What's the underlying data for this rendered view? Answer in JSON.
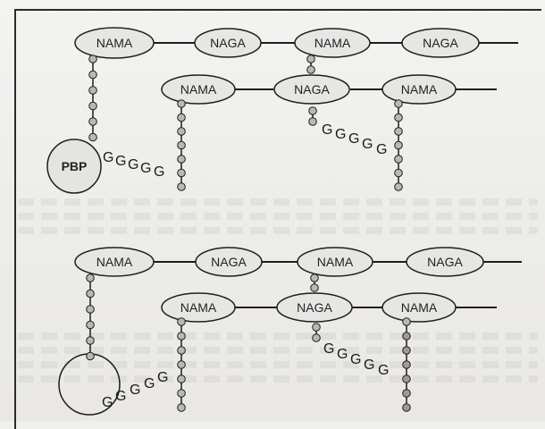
{
  "top_panel": {
    "row1": [
      "NAMA",
      "NAGA",
      "NAMA",
      "NAGA"
    ],
    "row2": [
      "NAMA",
      "NAGA",
      "NAMA"
    ],
    "pbp_label": "PBP",
    "bridge_main": [
      "G",
      "G",
      "G",
      "G",
      "G"
    ],
    "bridge_mid": [
      "G",
      "G",
      "G",
      "G",
      "G"
    ]
  },
  "bottom_panel": {
    "row1": [
      "NAMA",
      "NAGA",
      "NAMA",
      "NAGA"
    ],
    "row2": [
      "NAMA",
      "NAGA",
      "NAMA"
    ],
    "bridge_main": [
      "G",
      "G",
      "G",
      "G",
      "G"
    ],
    "bridge_mid": [
      "G",
      "G",
      "G",
      "G",
      "G"
    ]
  },
  "colors": {
    "ellipse_fill": "#e6e6e4",
    "bead_fill": "#b8b8b6",
    "bead_fill_dark": "#a59894",
    "line": "#1e1e1e"
  }
}
